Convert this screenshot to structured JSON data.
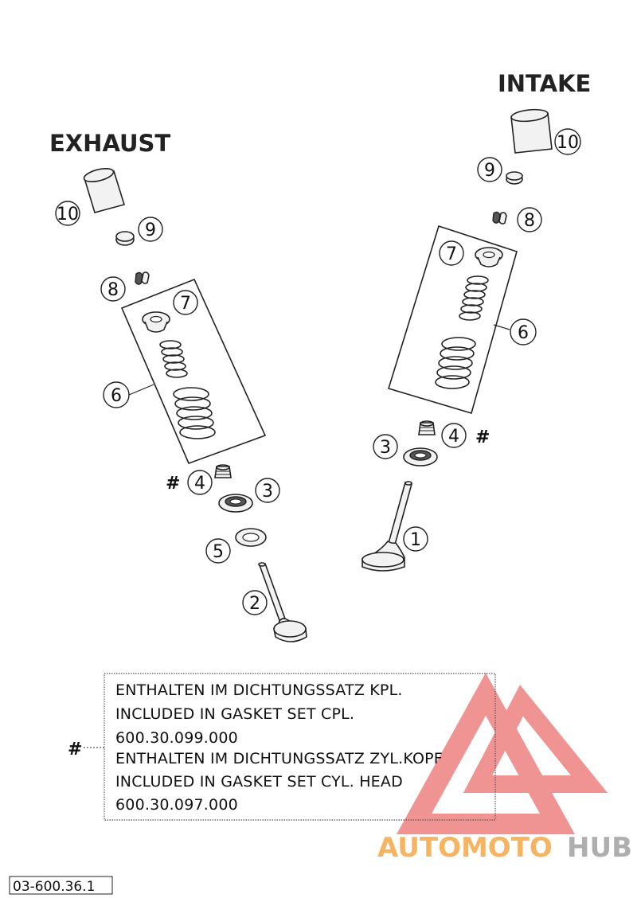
{
  "headings": {
    "exhaust": "EXHAUST",
    "intake": "INTAKE"
  },
  "callouts": {
    "exhaust": {
      "n10": "10",
      "n9": "9",
      "n8": "8",
      "n7": "7",
      "n6": "6",
      "n4": "4",
      "n3": "3",
      "n5": "5",
      "n2": "2",
      "hash": "#"
    },
    "intake": {
      "n10": "10",
      "n9": "9",
      "n8": "8",
      "n7": "7",
      "n6": "6",
      "n4": "4",
      "n3": "3",
      "n1": "1",
      "hash": "#"
    }
  },
  "note": {
    "marker": "#",
    "lines": [
      "ENTHALTEN IM DICHTUNGSSATZ KPL.",
      "INCLUDED IN GASKET SET CPL.",
      "600.30.099.000",
      "ENTHALTEN IM DICHTUNGSSATZ ZYL.KOPF",
      "INCLUDED IN GASKET SET CYL. HEAD",
      "600.30.097.000"
    ]
  },
  "reference": "03-600.36.1",
  "watermark": {
    "part1": "AUTOMOTO",
    "part2": "HUB",
    "color_red": "#e23b3b",
    "color_orange": "#f5a23a",
    "color_gray": "#9a9a9a"
  }
}
